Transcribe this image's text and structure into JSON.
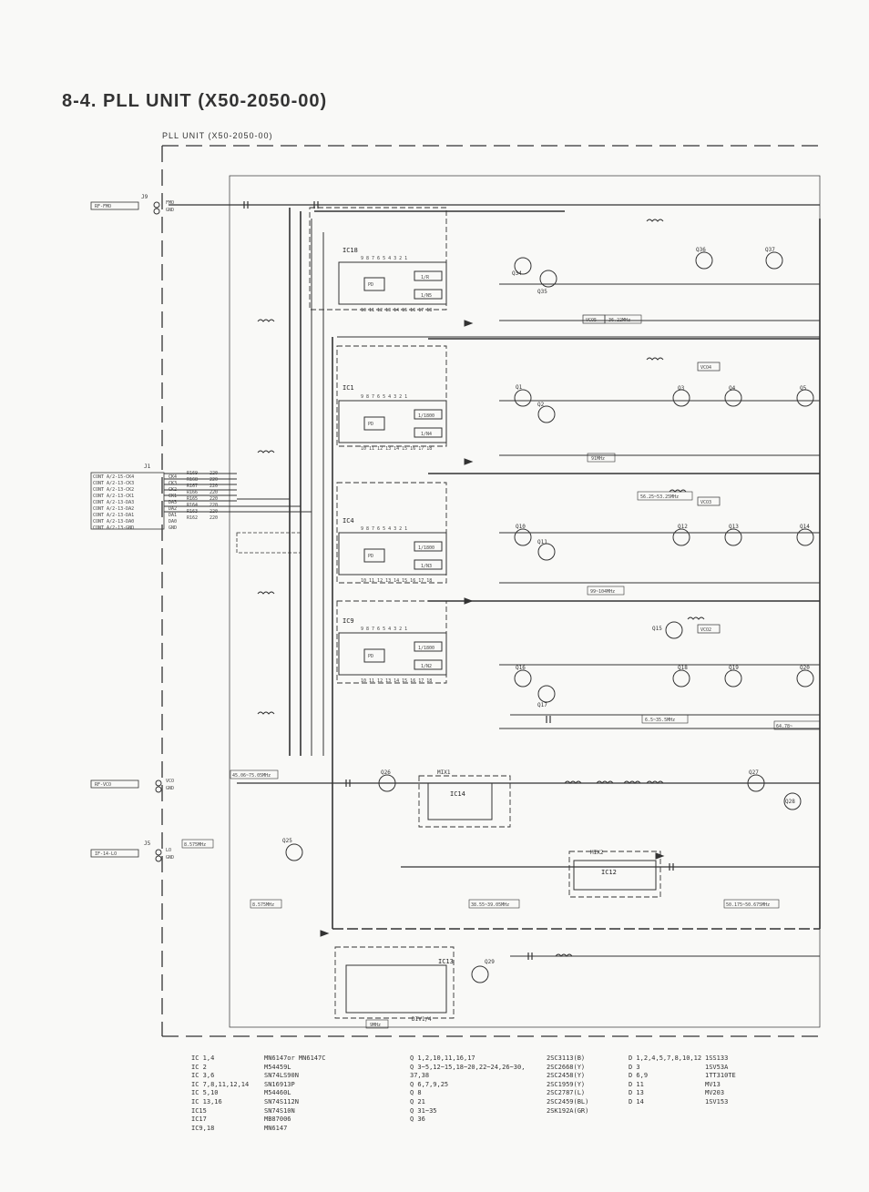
{
  "page": {
    "title": "8-4.  PLL UNIT (X50-2050-00)",
    "subtitle": "PLL UNIT (X50-2050-00)"
  },
  "ics": [
    {
      "id": "IC18",
      "pins_top": "9 8 7 6 5 4 3 2 1",
      "pins_bottom": "10 11 12 13 14 15 16 17 18",
      "blocks": [
        "PD",
        "1/R",
        "1/N5"
      ]
    },
    {
      "id": "IC1",
      "pins_top": "9 8 7 6 5 4 3 2 1",
      "pins_bottom": "10 11 12 13 14 15 16 17 18",
      "blocks": [
        "PD",
        "1/1800",
        "1/N4"
      ]
    },
    {
      "id": "IC4",
      "pins_top": "9 8 7 6 5 4 3 2 1",
      "pins_bottom": "10 11 12 13 14 15 16 17 18",
      "blocks": [
        "PD",
        "1/1800",
        "1/N3"
      ]
    },
    {
      "id": "IC9",
      "pins_top": "9 8 7 6 5 4 3 2 1",
      "pins_bottom": "10 11 12 13 14 15 16 17 18",
      "blocks": [
        "PD",
        "1/1800",
        "1/N2"
      ]
    },
    {
      "id": "IC14"
    },
    {
      "id": "IC12"
    },
    {
      "id": "IC13"
    }
  ],
  "connectors": {
    "j9": {
      "id": "J9",
      "signal": "RF-FMO",
      "pins": [
        "FMO",
        "GND"
      ]
    },
    "j1": {
      "id": "J1",
      "lines": [
        {
          "sig": "CONT A/2-15-CK4",
          "pin": "CK4",
          "res": "R169",
          "val": "220"
        },
        {
          "sig": "CONT A/2-13-CK3",
          "pin": "CK3",
          "res": "R168",
          "val": "220"
        },
        {
          "sig": "CONT A/2-13-CK2",
          "pin": "CK2",
          "res": "R167",
          "val": "220"
        },
        {
          "sig": "CONT A/2-13-CK1",
          "pin": "CK1",
          "res": "R166",
          "val": "220"
        },
        {
          "sig": "CONT A/2-13-DA3",
          "pin": "DA3",
          "res": "R165",
          "val": "220"
        },
        {
          "sig": "CONT A/2-13-DA2",
          "pin": "DA2",
          "res": "R164",
          "val": "220"
        },
        {
          "sig": "CONT A/2-13-DA1",
          "pin": "DA1",
          "res": "R163",
          "val": "220"
        },
        {
          "sig": "CONT A/2-13-DA0",
          "pin": "DA0",
          "res": "R162",
          "val": "220"
        },
        {
          "sig": "CONT A/2-13-GND",
          "pin": "GND",
          "res": "",
          "val": ""
        }
      ]
    },
    "vco": {
      "signal": "RF-VCO",
      "pins": [
        "VCO",
        "GND"
      ]
    },
    "j5": {
      "id": "J5",
      "signal": "IF-14-LO",
      "pins": [
        "LO",
        "GND"
      ]
    }
  },
  "vco_labels": [
    "VCO5",
    "VCO4",
    "VCO3",
    "VCO2"
  ],
  "freq_labels": [
    "36.22MHz",
    "91MHz",
    "56.25~53.25MHz",
    "99~104MHz",
    "6.5~35.5MHz",
    "64.78~",
    "45.06~75.05MHz",
    "8.575MHz",
    "38.55~39.05MHz",
    "50.175~50.675MHz",
    "9MHz"
  ],
  "block_labels": [
    "MIX1",
    "MIX2",
    "DIV1/4"
  ],
  "transistors": [
    "Q34",
    "Q35",
    "Q36",
    "Q37",
    "Q1",
    "Q2",
    "Q3",
    "Q4",
    "Q5",
    "Q10",
    "Q11",
    "Q12",
    "Q13",
    "Q14",
    "Q15",
    "Q16",
    "Q17",
    "Q18",
    "Q19",
    "Q20",
    "Q25",
    "Q26",
    "Q27",
    "Q28",
    "Q29"
  ],
  "parts_list": {
    "ic": [
      {
        "id": "IC 1,4",
        "part": "MN6147or MN6147C"
      },
      {
        "id": "IC 2",
        "part": "M54459L"
      },
      {
        "id": "IC 3,6",
        "part": "SN74LS90N"
      },
      {
        "id": "IC 7,8,11,12,14",
        "part": "SN16913P"
      },
      {
        "id": "IC 5,10",
        "part": "M54460L"
      },
      {
        "id": "IC 13,16",
        "part": "SN74S112N"
      },
      {
        "id": "IC15",
        "part": "SN74S10N"
      },
      {
        "id": "IC17",
        "part": "MB87006"
      },
      {
        "id": "IC9,18",
        "part": "MN6147"
      }
    ],
    "q": [
      {
        "id": "Q 1,2,10,11,16,17",
        "part": "2SC3113(B)"
      },
      {
        "id": "Q 3~5,12~15,18~20,22~24,26~30,",
        "part": "2SC2668(Y)"
      },
      {
        "id": "37,38",
        "part": "2SC2458(Y)"
      },
      {
        "id": "Q 6,7,9,25",
        "part": "2SC1959(Y)"
      },
      {
        "id": "Q 8",
        "part": "2SC2787(L)"
      },
      {
        "id": "Q 21",
        "part": "2SC2459(BL)"
      },
      {
        "id": "Q 31~35",
        "part": "2SK192A(GR)"
      },
      {
        "id": "Q 36",
        "part": ""
      }
    ],
    "d": [
      {
        "id": "D 1,2,4,5,7,8,10,12",
        "part": "1SS133"
      },
      {
        "id": "D 3",
        "part": "1SV53A"
      },
      {
        "id": "D 6,9",
        "part": "1TT310TE"
      },
      {
        "id": "D 11",
        "part": "MV13"
      },
      {
        "id": "D 13",
        "part": "MV203"
      },
      {
        "id": "D 14",
        "part": "1SV153"
      }
    ]
  }
}
